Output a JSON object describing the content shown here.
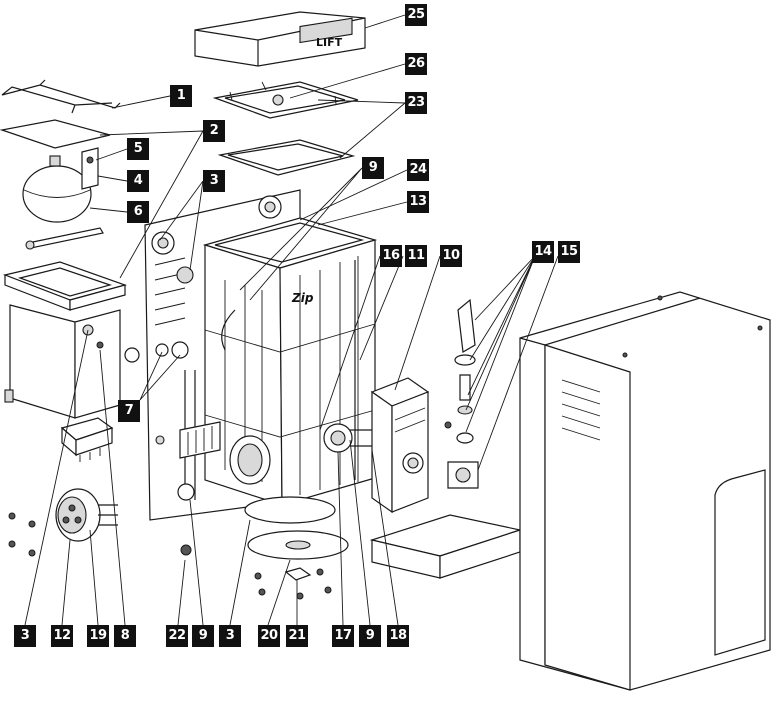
{
  "callouts": {
    "c1": "1",
    "c2": "2",
    "c3a": "3",
    "c3b": "3",
    "c3c": "3",
    "c4": "4",
    "c5": "5",
    "c6": "6",
    "c7": "7",
    "c8": "8",
    "c9a": "9",
    "c9b": "9",
    "c9c": "9",
    "c10": "10",
    "c11": "11",
    "c12": "12",
    "c13": "13",
    "c14": "14",
    "c15": "15",
    "c16": "16",
    "c17": "17",
    "c18": "18",
    "c19": "19",
    "c20": "20",
    "c21": "21",
    "c22": "22",
    "c23": "23",
    "c24": "24",
    "c25": "25",
    "c26": "26"
  },
  "labels": {
    "lid_text": "LIFT",
    "tank_logo": "Zip"
  }
}
